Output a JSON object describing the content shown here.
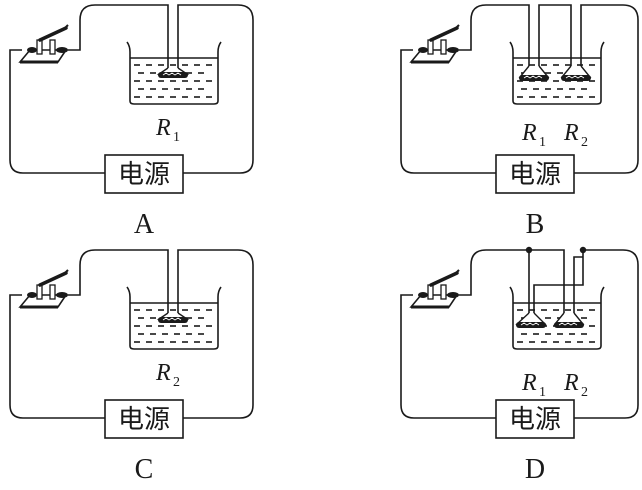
{
  "figure": {
    "panels": [
      {
        "id": "A",
        "label": "A",
        "power_supply": "电源",
        "resistors": [
          {
            "name": "R",
            "sub": "1"
          }
        ],
        "connection": "single"
      },
      {
        "id": "B",
        "label": "B",
        "power_supply": "电源",
        "resistors": [
          {
            "name": "R",
            "sub": "1"
          },
          {
            "name": "R",
            "sub": "2"
          }
        ],
        "connection": "series"
      },
      {
        "id": "C",
        "label": "C",
        "power_supply": "电源",
        "resistors": [
          {
            "name": "R",
            "sub": "2"
          }
        ],
        "connection": "single"
      },
      {
        "id": "D",
        "label": "D",
        "power_supply": "电源",
        "resistors": [
          {
            "name": "R",
            "sub": "1"
          },
          {
            "name": "R",
            "sub": "2"
          }
        ],
        "connection": "parallel"
      }
    ],
    "colors": {
      "ink": "#1a1a1a",
      "background": "#ffffff"
    }
  }
}
